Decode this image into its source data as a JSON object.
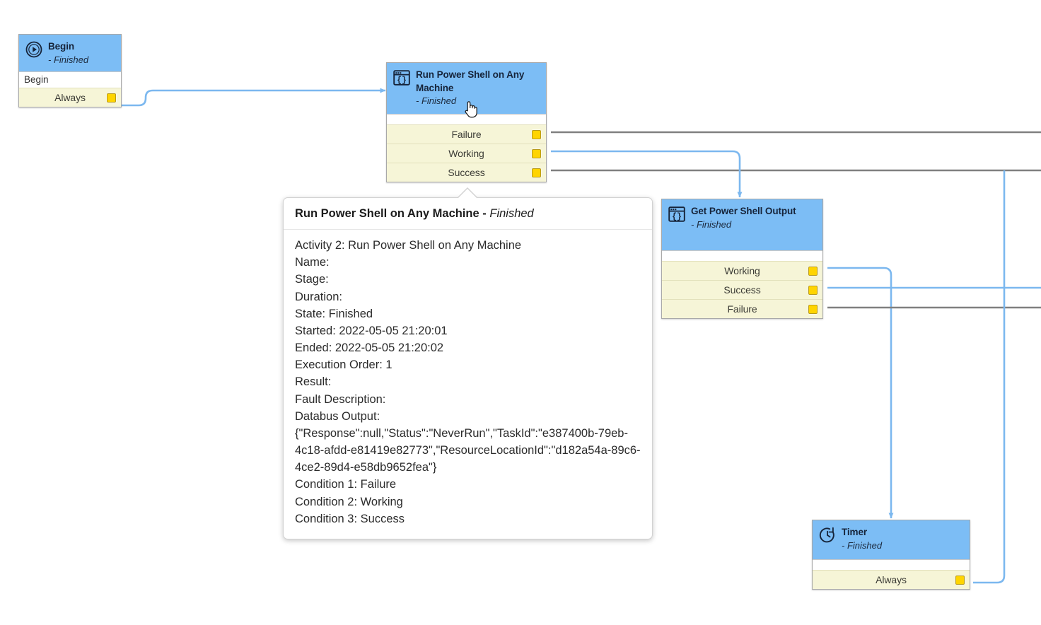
{
  "canvas": {
    "background": "#ffffff",
    "node_header_color": "#7cbdf5",
    "port_row_color": "#f6f5d7",
    "port_dot_color": "#ffd400",
    "active_wire_color": "#7cb8ef",
    "inactive_wire_color": "#808080"
  },
  "nodes": [
    {
      "id": "begin",
      "icon": "play-circle-icon",
      "title": "Begin",
      "state": "- Finished",
      "body": "Begin",
      "ports": [
        {
          "label": "Always"
        }
      ]
    },
    {
      "id": "run-power-shell",
      "icon": "script-window-icon",
      "title": "Run Power Shell on Any Machine",
      "state": "- Finished",
      "body": "",
      "ports": [
        {
          "label": "Failure"
        },
        {
          "label": "Working"
        },
        {
          "label": "Success"
        }
      ]
    },
    {
      "id": "get-power-shell-output",
      "icon": "script-window-icon",
      "title": "Get Power Shell Output",
      "state": "- Finished",
      "body": "",
      "ports": [
        {
          "label": "Working"
        },
        {
          "label": "Success"
        },
        {
          "label": "Failure"
        }
      ]
    },
    {
      "id": "timer",
      "icon": "clock-icon",
      "title": "Timer",
      "state": "- Finished",
      "body": "",
      "ports": [
        {
          "label": "Always"
        }
      ]
    }
  ],
  "tooltip": {
    "title": "Run Power Shell on Any Machine",
    "separator": " - ",
    "state": "Finished",
    "lines": [
      "Activity 2: Run Power Shell on Any Machine",
      "Name:",
      "Stage:",
      "Duration:",
      "State: Finished",
      "Started: 2022-05-05 21:20:01",
      "Ended: 2022-05-05 21:20:02",
      "Execution Order: 1",
      "Result:",
      "Fault Description:",
      "Databus Output:",
      "{\"Response\":null,\"Status\":\"NeverRun\",\"TaskId\":\"e387400b-79eb-4c18-afdd-e81419e82773\",\"ResourceLocationId\":\"d182a54a-89c6-4ce2-89d4-e58db9652fea\"}",
      "Condition 1: Failure",
      "Condition 2: Working",
      "Condition 3: Success"
    ]
  },
  "cursor": {
    "type": "pointing-hand-cursor"
  }
}
